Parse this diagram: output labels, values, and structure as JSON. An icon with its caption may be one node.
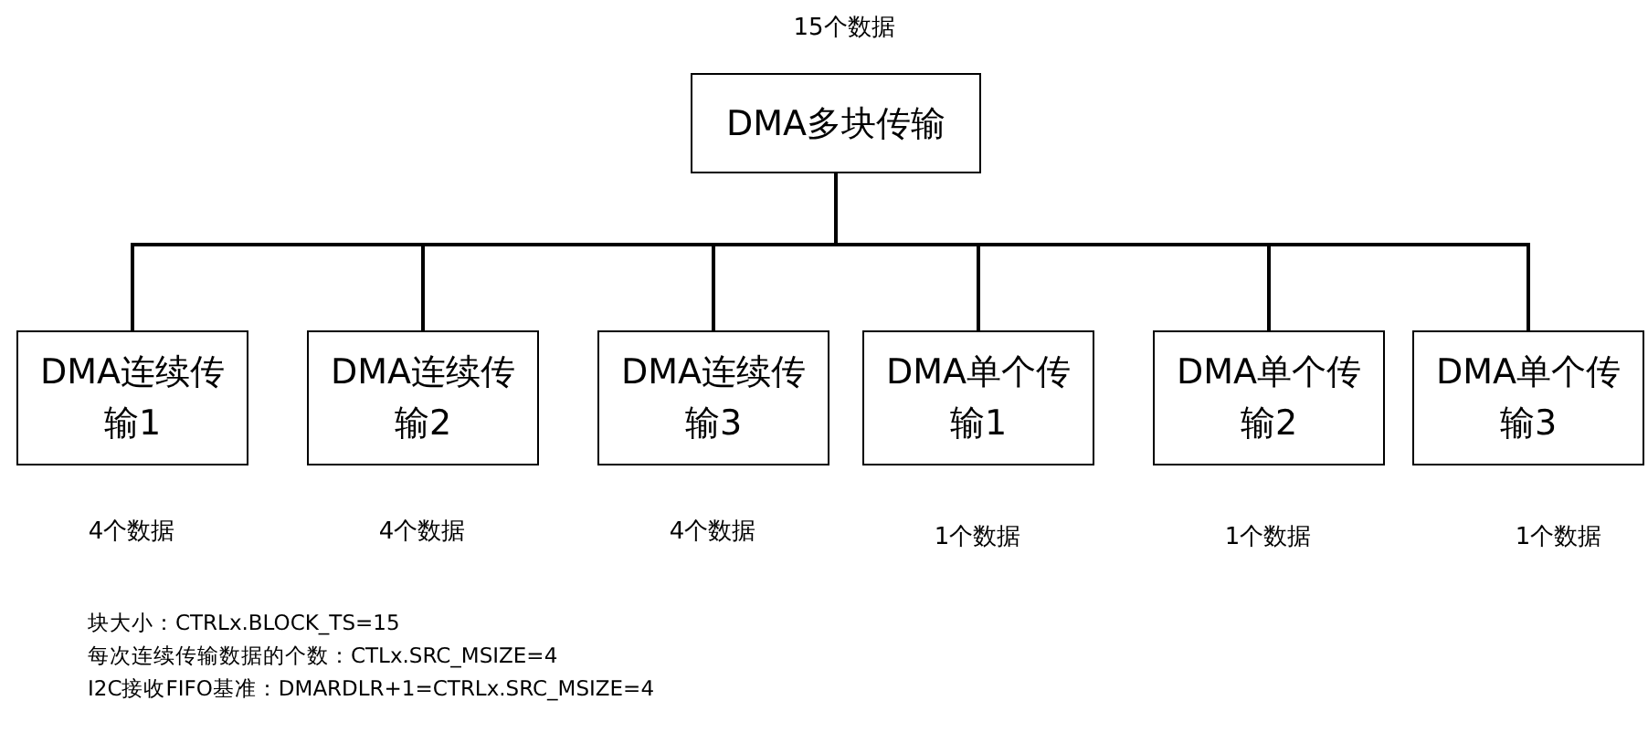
{
  "diagram": {
    "nodes": [
      {
        "text": [
          "DMA多块传输"
        ],
        "beside": [
          "15个数据"
        ]
      },
      {
        "text": [
          "DMA连续传输1"
        ],
        "beside": [
          "4个数据"
        ]
      },
      {
        "text": [
          "DMA连续传输2"
        ],
        "beside": [
          "4个数据"
        ]
      },
      {
        "text": [
          "DMA连续传输3"
        ],
        "beside": [
          "4个数据"
        ]
      },
      {
        "text": [
          "DMA单个传输1"
        ],
        "beside": [
          "1个数据"
        ]
      },
      {
        "text": [
          "DMA单个传输2"
        ],
        "beside": [
          "1个数据"
        ]
      },
      {
        "text": [
          "DMA单个传输3"
        ],
        "beside": [
          "1个数据"
        ]
      }
    ],
    "edges": [
      {
        "from": 0,
        "to": 1,
        "arrow": "none"
      },
      {
        "from": 0,
        "to": 2,
        "arrow": "none"
      },
      {
        "from": 0,
        "to": 3,
        "arrow": "none"
      },
      {
        "from": 0,
        "to": 4,
        "arrow": "none"
      },
      {
        "from": 0,
        "to": 5,
        "arrow": "none"
      },
      {
        "from": 0,
        "to": 6,
        "arrow": "none"
      }
    ],
    "labels": [
      "块大小：CTRLx.BLOCK_TS=15",
      "每次连续传输数据的个数：CTLx.SRC_MSIZE=4",
      "I2C接收FIFO基准：DMARDLR+1=CTRLx.SRC_MSIZE=4"
    ]
  }
}
